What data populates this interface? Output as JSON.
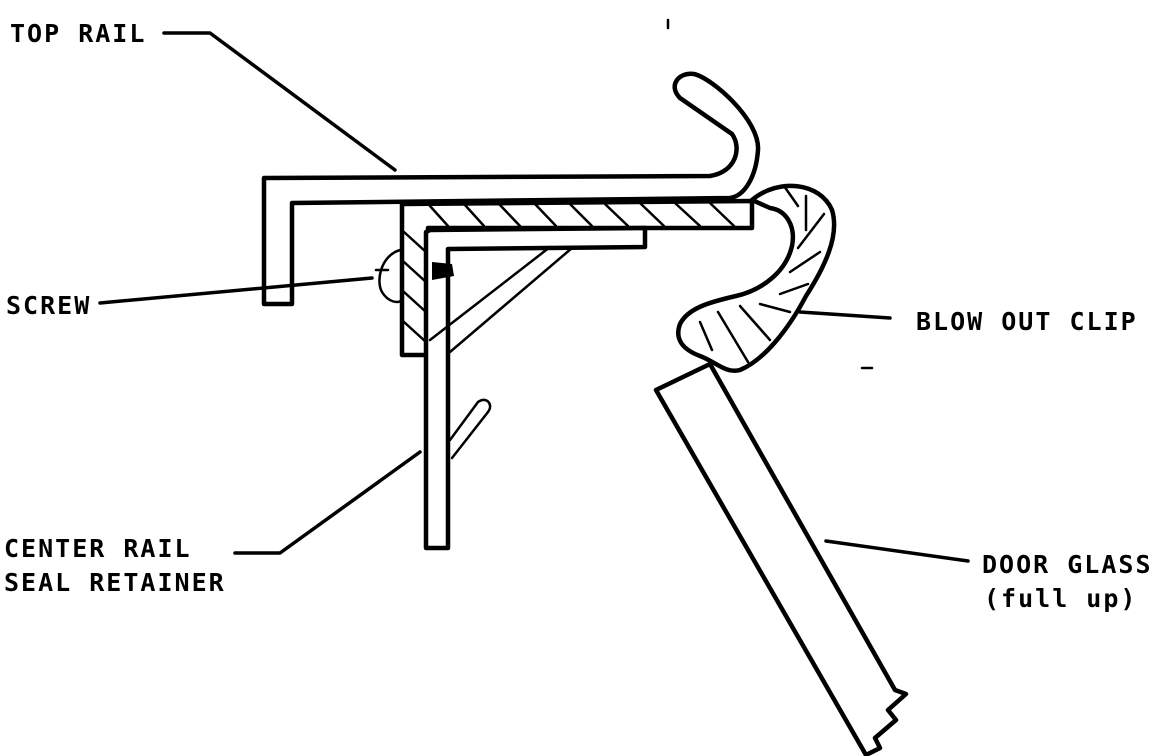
{
  "labels": {
    "top_rail": "TOP RAIL",
    "screw": "SCREW",
    "blow_out_clip": "BLOW OUT CLIP",
    "center_rail_line1": "CENTER RAIL",
    "center_rail_line2": "SEAL RETAINER",
    "door_glass_line1": "DOOR GLASS",
    "door_glass_line2": "(full up)"
  },
  "colors": {
    "ink": "#000000",
    "paper": "#ffffff"
  }
}
